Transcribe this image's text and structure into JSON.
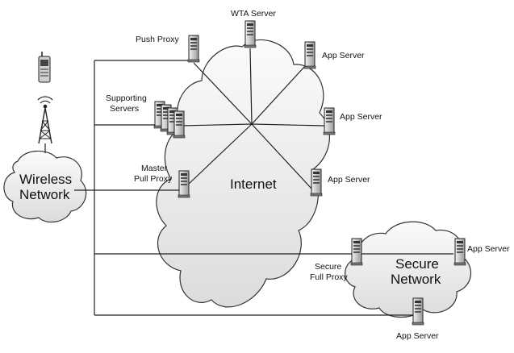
{
  "diagram": {
    "clouds": {
      "internet": "Internet",
      "wireless_line1": "Wireless",
      "wireless_line2": "Network",
      "secure_line1": "Secure",
      "secure_line2": "Network"
    },
    "nodes": {
      "wta_server": "WTA Server",
      "push_proxy": "Push Proxy",
      "supporting_line1": "Supporting",
      "supporting_line2": "Servers",
      "master_line1": "Master",
      "master_line2": "Pull Proxy",
      "app_server_1": "App Server",
      "app_server_2": "App Server",
      "app_server_3": "App Server",
      "secure_proxy_line1": "Secure",
      "secure_proxy_line2": "Full Proxy",
      "secure_app_server_right": "App Server",
      "secure_app_server_bottom": "App Server"
    }
  }
}
